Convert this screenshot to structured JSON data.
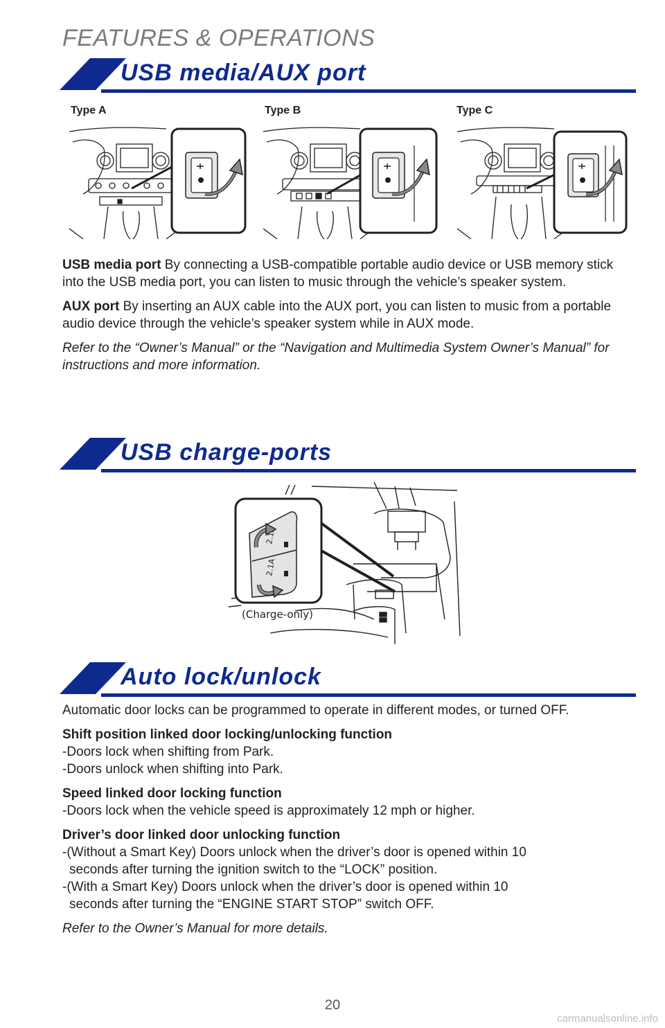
{
  "header": "FEATURES & OPERATIONS",
  "sections": {
    "usb_media": {
      "title": "USB media/AUX port",
      "type_a": "Type A",
      "type_b": "Type B",
      "type_c": "Type C",
      "usb_lead": "USB media port",
      "usb_text": " By connecting a USB-compatible portable audio device or USB memory stick into the USB media port, you can listen to music through the vehicle’s speaker system.",
      "aux_lead": "AUX port",
      "aux_text": " By inserting an AUX cable into the AUX port, you can listen to music from a portable audio device through the vehicle’s speaker system while in AUX mode.",
      "note": "Refer to the “Owner’s Manual” or the “Navigation and Multimedia System Owner’s Manual” for instructions and more information."
    },
    "usb_charge": {
      "title": "USB charge-ports",
      "callout": "(Charge-only)",
      "port_label_1": "2.1A",
      "port_label_2": "2.1A"
    },
    "auto_lock": {
      "title": "Auto lock/unlock",
      "intro": "Automatic door locks can be programmed to operate in different modes, or turned OFF.",
      "shift_title": "Shift position linked door locking/unlocking function",
      "shift_1": "-Doors lock when shifting from Park.",
      "shift_2": "-Doors unlock when shifting into Park.",
      "speed_title": "Speed linked door locking function",
      "speed_1": "-Doors lock when the vehicle speed is approximately 12 mph or higher.",
      "driver_title": "Driver’s door linked door unlocking function",
      "driver_1a": "-(Without a Smart Key) Doors unlock when the driver’s door is opened within 10",
      "driver_1b": "seconds after turning the ignition switch to the “LOCK” position.",
      "driver_2a": "-(With a Smart Key) Doors unlock when the driver’s door is opened within 10",
      "driver_2b": "seconds after turning the “ENGINE START STOP” switch OFF.",
      "note": "Refer to the Owner’s Manual for more details."
    }
  },
  "page_number": "20",
  "watermark": "carmanualsonline.info",
  "colors": {
    "brand_blue": "#0f2a8f",
    "header_gray": "#7b7b7b",
    "text": "#231f20"
  }
}
